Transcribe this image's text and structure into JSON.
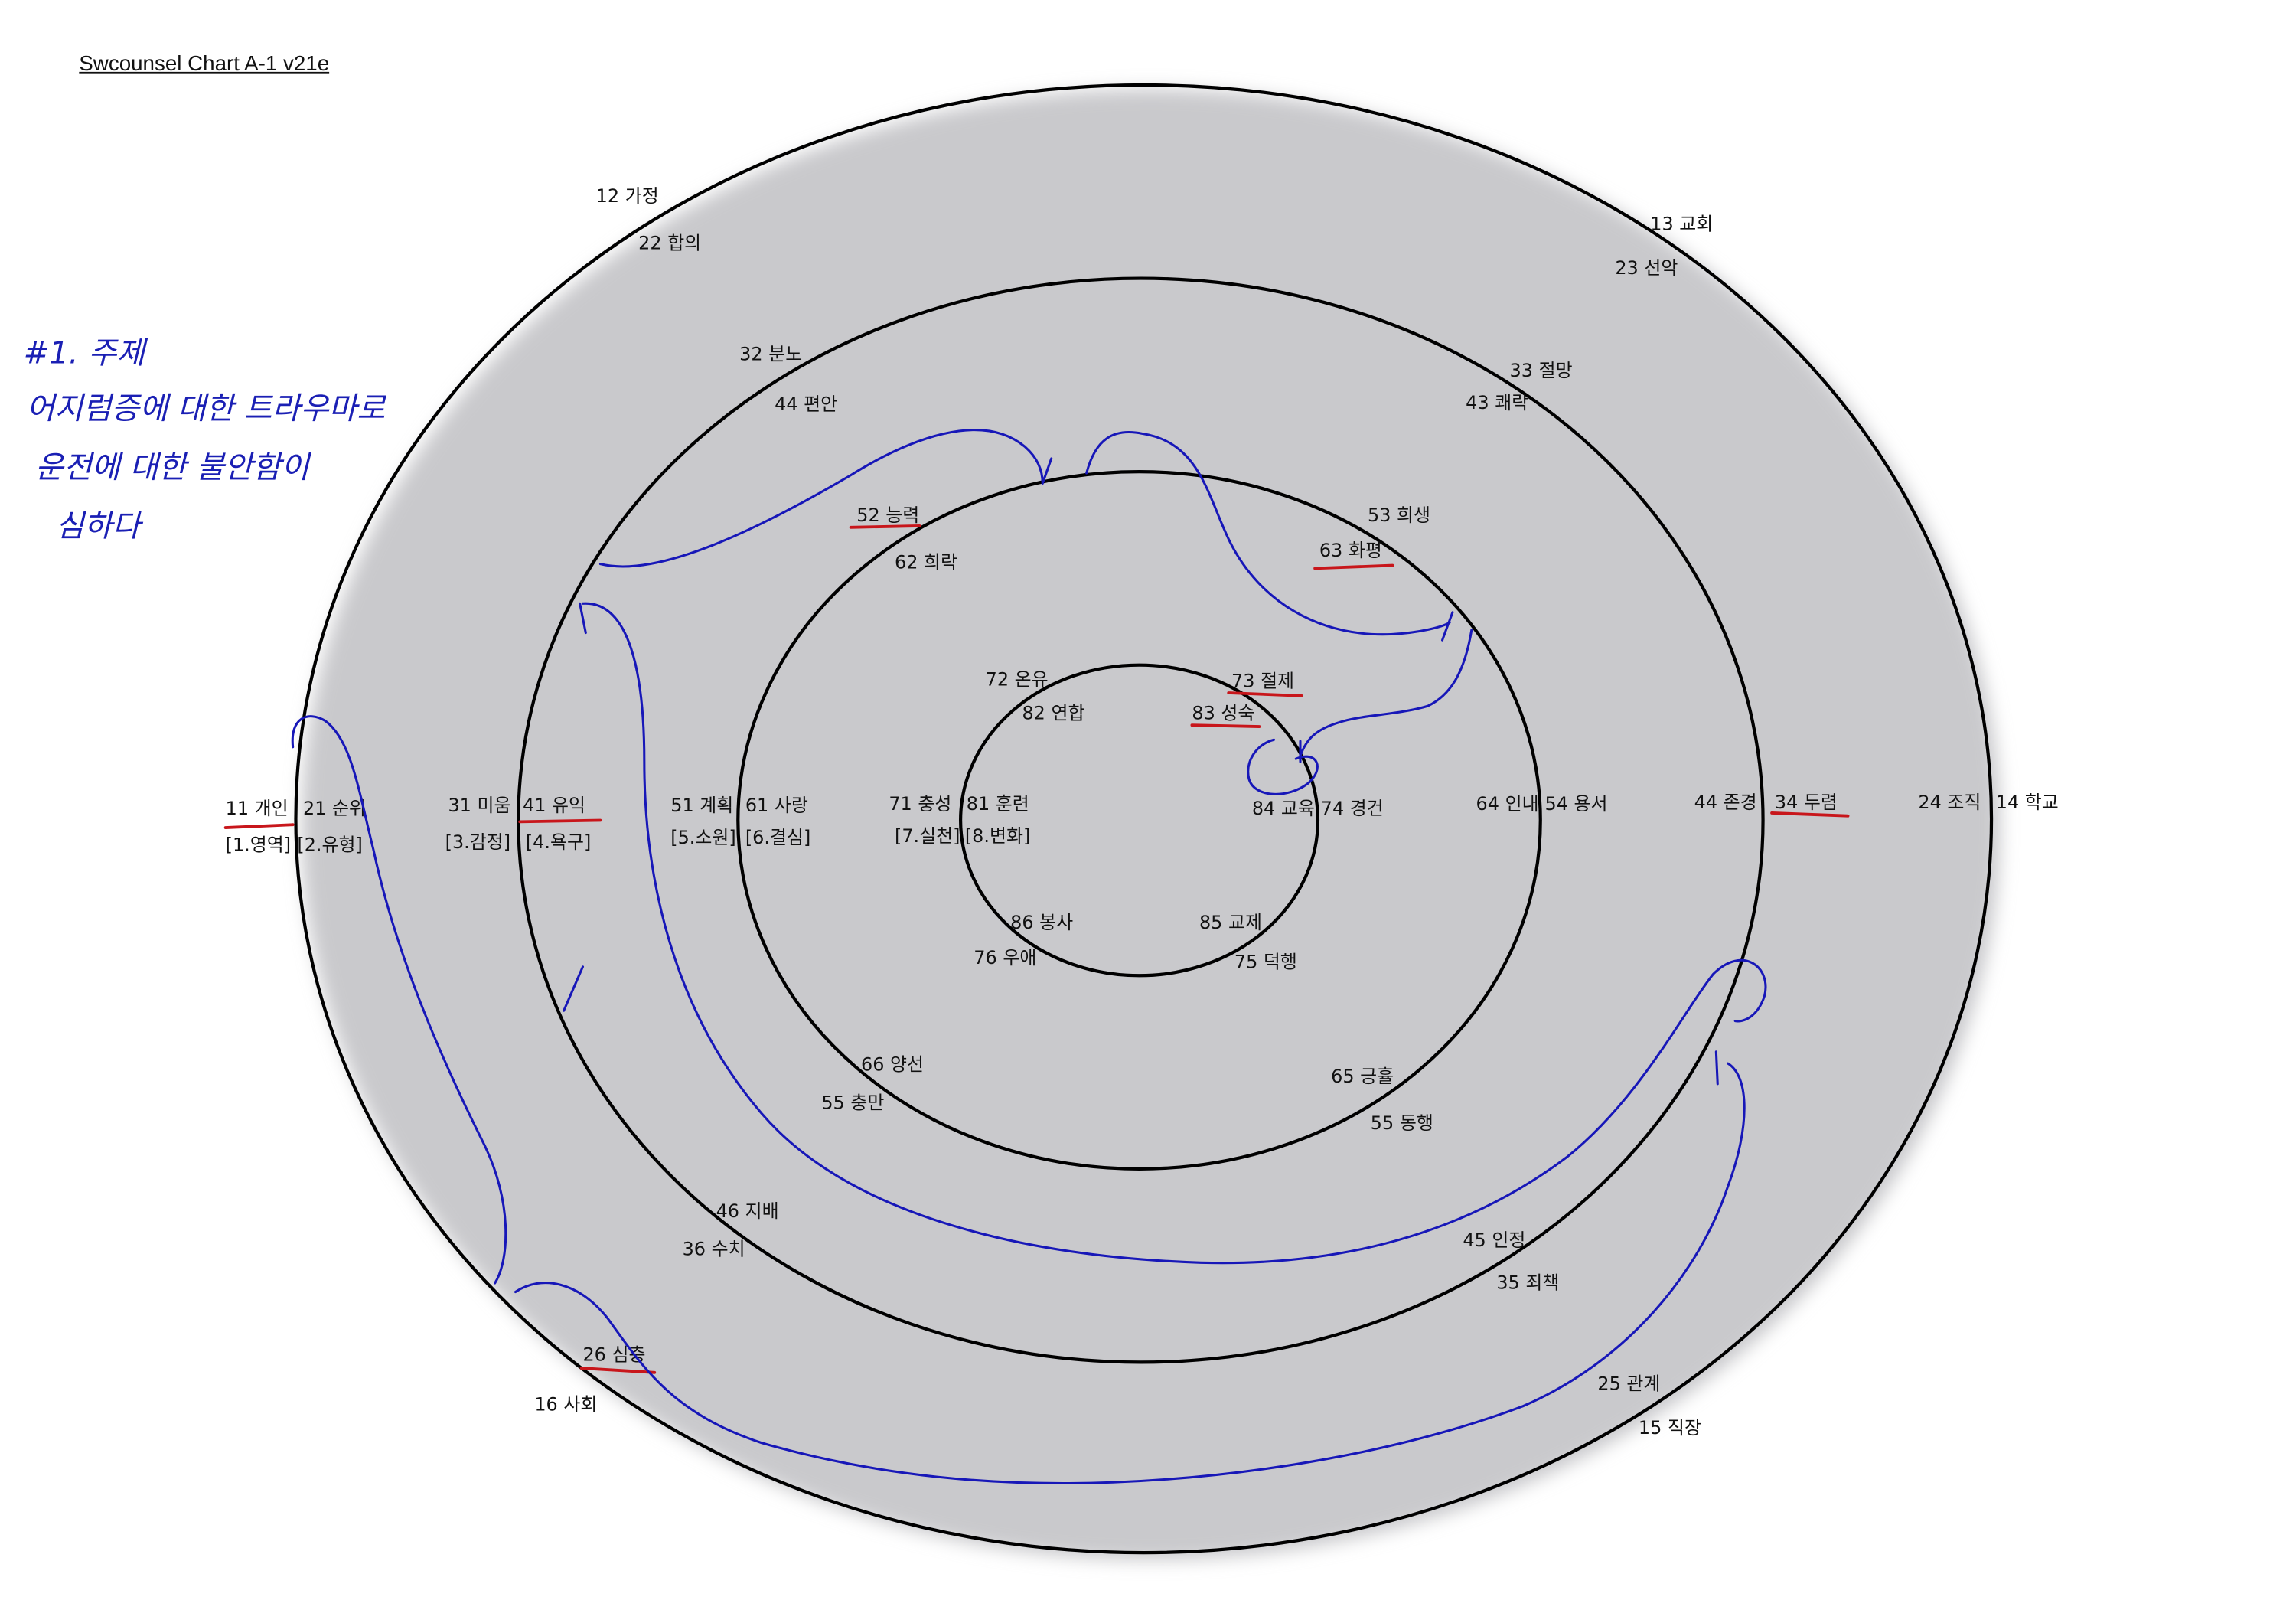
{
  "title": "Swcounsel Chart A-1 v21e",
  "note": {
    "lines": [
      "#1. 주제",
      "어지럼증에 대한 트라우마로",
      "운전에 대한 불안함이",
      "심하다"
    ]
  },
  "colors": {
    "ring": "#000000",
    "ink": "#1717b8",
    "underline": "#c8161b"
  },
  "labels": [
    {
      "text": "12 가정"
    },
    {
      "text": "22 합의"
    },
    {
      "text": "13 교회"
    },
    {
      "text": "23 선악"
    },
    {
      "text": "32 분노"
    },
    {
      "text": "44 편안"
    },
    {
      "text": "33 절망"
    },
    {
      "text": "43 쾌락"
    },
    {
      "text": "52 능력",
      "underlined": true
    },
    {
      "text": "62 희락"
    },
    {
      "text": "53 희생"
    },
    {
      "text": "63 화평",
      "underlined": true
    },
    {
      "text": "72 온유"
    },
    {
      "text": "82 연합"
    },
    {
      "text": "73 절제",
      "underlined": true
    },
    {
      "text": "83 성숙",
      "underlined": true
    },
    {
      "text": "11 개인",
      "underlined": true
    },
    {
      "text": "21 순위"
    },
    {
      "text": "[1.영역]"
    },
    {
      "text": "[2.유형]"
    },
    {
      "text": "31 미움"
    },
    {
      "text": "41 유익",
      "underlined": true
    },
    {
      "text": "[3.감정]"
    },
    {
      "text": "[4.욕구]"
    },
    {
      "text": "51 계획"
    },
    {
      "text": "61 사랑"
    },
    {
      "text": "[5.소원]"
    },
    {
      "text": "[6.결심]"
    },
    {
      "text": "71 충성"
    },
    {
      "text": "81 훈련"
    },
    {
      "text": "[7.실천]"
    },
    {
      "text": "[8.변화]"
    },
    {
      "text": "84 교육"
    },
    {
      "text": "74 경건"
    },
    {
      "text": "64 인내"
    },
    {
      "text": "54 용서"
    },
    {
      "text": "44 존경"
    },
    {
      "text": "34 두렴",
      "underlined": true
    },
    {
      "text": "24 조직"
    },
    {
      "text": "14 학교"
    },
    {
      "text": "86 봉사"
    },
    {
      "text": "85 교제"
    },
    {
      "text": "76 우애"
    },
    {
      "text": "75 덕행"
    },
    {
      "text": "66 양선"
    },
    {
      "text": "55 충만"
    },
    {
      "text": "65 긍휼"
    },
    {
      "text": "55 동행"
    },
    {
      "text": "46 지배"
    },
    {
      "text": "36 수치"
    },
    {
      "text": "45 인정"
    },
    {
      "text": "35 죄책"
    },
    {
      "text": "26 심층",
      "underlined": true
    },
    {
      "text": "16 사회"
    },
    {
      "text": "25 관계"
    },
    {
      "text": "15 직장"
    }
  ]
}
